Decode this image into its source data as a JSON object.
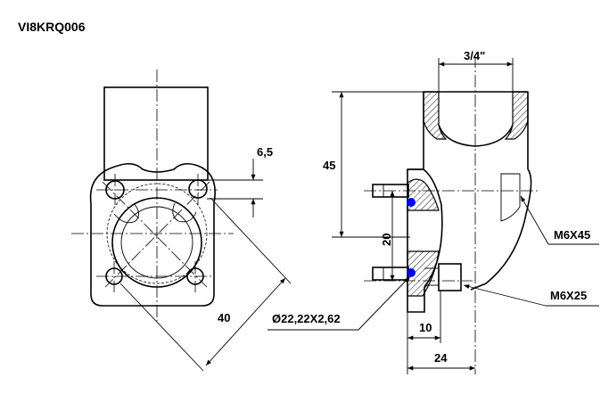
{
  "title": "VI8KRQ006",
  "front_view": {
    "dim_hole_offset": "6,5",
    "dim_diagonal": "40"
  },
  "side_view": {
    "dim_thread": "3/4\"",
    "dim_height": "45",
    "dim_hole_pitch": "20",
    "dim_flange": "10",
    "dim_depth": "24",
    "oring_callout": "Ø22,22X2,62",
    "screw_long": "M6X45",
    "screw_short": "M6X25"
  },
  "colors": {
    "line": "#000000",
    "oring": "#0000ff",
    "background": "#ffffff"
  }
}
